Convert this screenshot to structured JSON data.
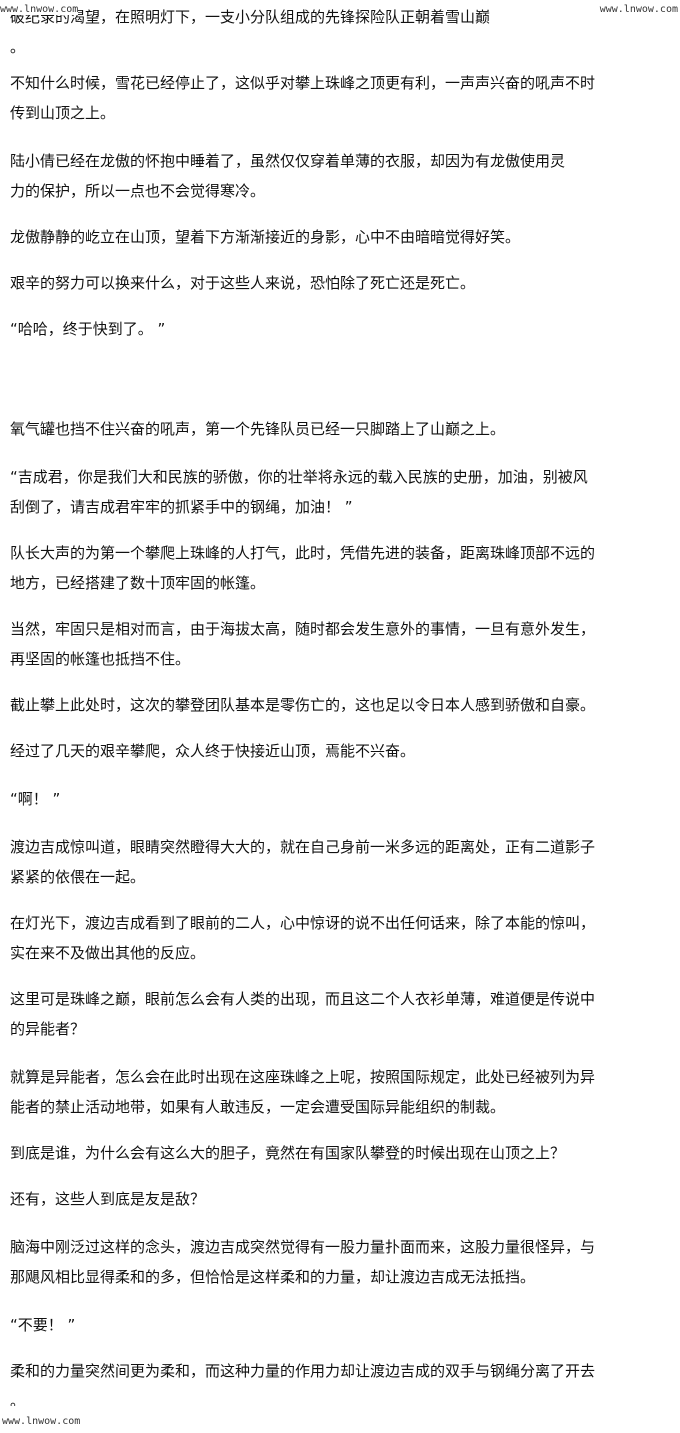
{
  "watermarks": {
    "top_left": "www.lnwow.com",
    "top_right": "www.lnwow.com",
    "bottom_left": "www.lnwow.com"
  },
  "paragraphs": [
    {
      "lines": [
        "            破纪录的渴望，在照明灯下，一支小分队组成的先锋探险队正朝着雪山巅",
        "。"
      ]
    },
    {
      "lines": [
        "    不知什么时候，雪花已经停止了，这似乎对攀上珠峰之顶更有利，一声声兴奋的吼声不时",
        "传到山顶之上。"
      ]
    },
    {
      "lines": [
        "        陆小倩已经在龙傲的怀抱中睡着了，虽然仅仅穿着单薄的衣服，却因为有龙傲使用灵",
        "力的保护，所以一点也不会觉得寒冷。"
      ]
    },
    {
      "lines": [
        "龙傲静静的屹立在山顶，望着下方渐渐接近的身影，心中不由暗暗觉得好笑。"
      ]
    },
    {
      "lines": [
        "艰辛的努力可以换来什么，对于这些人来说，恐怕除了死亡还是死亡。"
      ]
    },
    {
      "lines": [
        "  “哈哈，终于快到了。 ”"
      ]
    },
    {
      "lines": [
        "        氧气罐也挡不住兴奋的吼声，第一个先锋队员已经一只脚踏上了山巅之上。"
      ]
    },
    {
      "lines": [
        "  “吉成君，你是我们大和民族的骄傲，你的壮举将永远的载入民族的史册，加油，别被风",
        "刮倒了，请吉成君牢牢的抓紧手中的钢绳，加油！ ”"
      ]
    },
    {
      "lines": [
        "队长大声的为第一个攀爬上珠峰的人打气，此时，凭借先进的装备，距离珠峰顶部不远的",
        "地方，已经搭建了数十顶牢固的帐篷。"
      ]
    },
    {
      "lines": [
        "当然，牢固只是相对而言，由于海拔太高，随时都会发生意外的事情，一旦有意外发生，",
        "再坚固的帐篷也抵挡不住。"
      ]
    },
    {
      "lines": [
        "截止攀上此处时，这次的攀登团队基本是零伤亡的，这也足以令日本人感到骄傲和自豪。"
      ]
    },
    {
      "lines": [
        "经过了几天的艰辛攀爬，众人终于快接近山顶，焉能不兴奋。"
      ]
    },
    {
      "lines": [
        "  “啊！ ”"
      ]
    },
    {
      "lines": [
        "渡边吉成惊叫道，眼睛突然瞪得大大的，就在自己身前一米多远的距离处，正有二道影子",
        "紧紧的依偎在一起。"
      ]
    },
    {
      "lines": [
        "在灯光下，渡边吉成看到了眼前的二人，心中惊讶的说不出任何话来，除了本能的惊叫，",
        "实在来不及做出其他的反应。"
      ]
    },
    {
      "lines": [
        "这里可是珠峰之巅，眼前怎么会有人类的出现，而且这二个人衣衫单薄，难道便是传说中",
        "的异能者？"
      ]
    },
    {
      "lines": [
        "就算是异能者，怎么会在此时出现在这座珠峰之上呢，按照国际规定，此处已经被列为异",
        "能者的禁止活动地带，如果有人敢违反，一定会遭受国际异能组织的制裁。"
      ]
    },
    {
      "lines": [
        "到底是谁，为什么会有这么大的胆子，竟然在有国家队攀登的时候出现在山顶之上？"
      ]
    },
    {
      "lines": [
        "还有，这些人到底是友是敌？"
      ]
    },
    {
      "lines": [
        "脑海中刚泛过这样的念头，渡边吉成突然觉得有一股力量扑面而来，这股力量很怪异，与",
        "那飓风相比显得柔和的多，但恰恰是这样柔和的力量，却让渡边吉成无法抵挡。"
      ]
    },
    {
      "lines": [
        "  “不要！ ”"
      ]
    },
    {
      "lines": [
        "柔和的力量突然间更为柔和，而这种力量的作用力却让渡边吉成的双手与钢绳分离了开去",
        "。"
      ]
    }
  ]
}
